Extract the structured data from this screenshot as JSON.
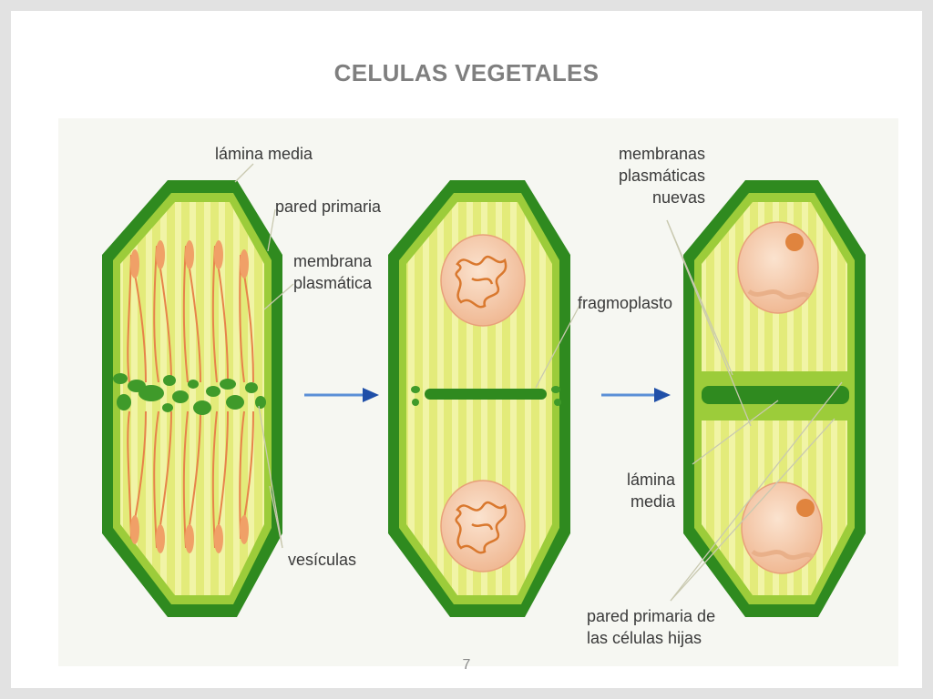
{
  "slide": {
    "title": "CELULAS VEGETALES",
    "page_number": "7"
  },
  "diagram": {
    "labels": {
      "lamina_media_top": "lámina media",
      "pared_primaria": "pared primaria",
      "membrana_plasmatica_1": "membrana",
      "membrana_plasmatica_2": "plasmática",
      "vesiculas": "vesículas",
      "fragmoplasto": "fragmoplasto",
      "membranas_nuevas_1": "membranas",
      "membranas_nuevas_2": "plasmáticas",
      "membranas_nuevas_3": "nuevas",
      "lamina_media_right_1": "lámina",
      "lamina_media_right_2": "media",
      "pared_hijas_1": "pared primaria de",
      "pared_hijas_2": "las células hijas"
    },
    "colors": {
      "cell_wall": "#2f8a1f",
      "cytoplasm": "#e4ec7a",
      "nucleus": "#f4c9a6",
      "chromatin": "#d9782e",
      "vesicle": "#3f9a2a",
      "arrow": "#1f4fa8"
    }
  }
}
